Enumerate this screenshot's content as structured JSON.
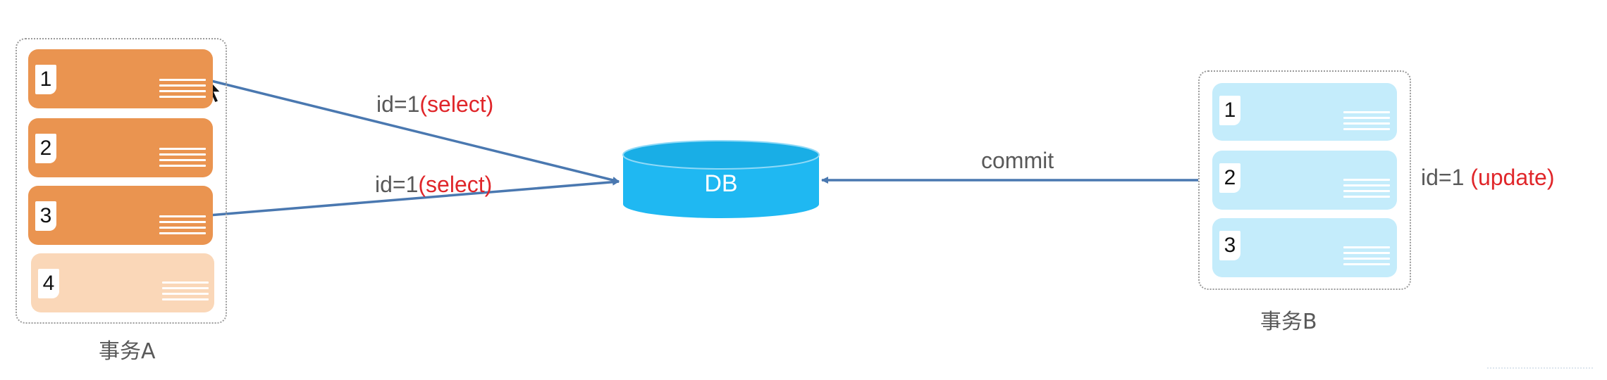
{
  "diagram": {
    "transaction_a": {
      "label": "事务A",
      "steps": [
        {
          "number": "1"
        },
        {
          "number": "2"
        },
        {
          "number": "3"
        },
        {
          "number": "4"
        }
      ]
    },
    "transaction_b": {
      "label": "事务B",
      "annotation_prefix": "id=1 ",
      "annotation_op": "(update)",
      "steps": [
        {
          "number": "1"
        },
        {
          "number": "2"
        },
        {
          "number": "3"
        }
      ]
    },
    "database": {
      "label": "DB"
    },
    "arrows": {
      "select_1": {
        "prefix": "id=1",
        "op": "(select)"
      },
      "select_2": {
        "prefix": "id=1",
        "op": "(select)"
      },
      "commit": {
        "label": "commit"
      }
    },
    "colors": {
      "orange": "#ea9450",
      "orange_light": "#fad7b8",
      "light_blue": "#c4ecfb",
      "db_blue": "#1fb8f2",
      "arrow": "#4a78b0",
      "highlight_red": "#e0262a"
    }
  }
}
